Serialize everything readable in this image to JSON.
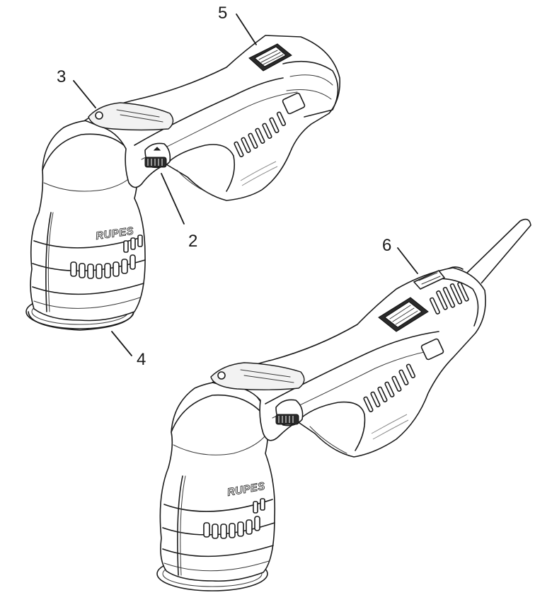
{
  "diagram": {
    "brand_mark": "RUPES",
    "callouts": [
      {
        "id": "callout-2",
        "label": "2"
      },
      {
        "id": "callout-3",
        "label": "3"
      },
      {
        "id": "callout-4",
        "label": "4"
      },
      {
        "id": "callout-5",
        "label": "5"
      },
      {
        "id": "callout-6",
        "label": "6"
      }
    ],
    "views": [
      {
        "name": "battery-version"
      },
      {
        "name": "corded-version"
      }
    ]
  }
}
